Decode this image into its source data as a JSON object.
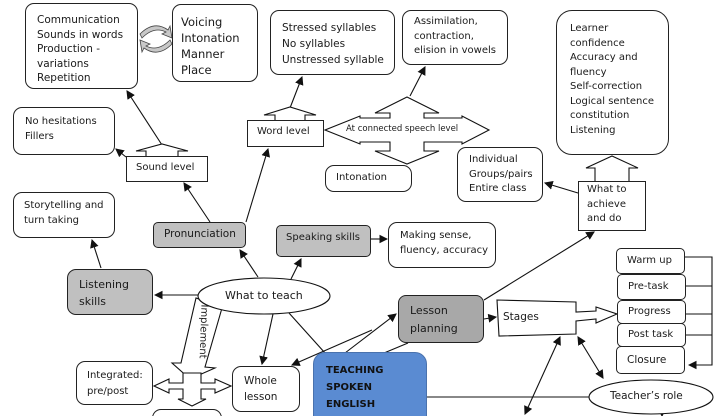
{
  "nodes": {
    "communication": [
      "Communication",
      "Sounds in words",
      "Production -",
      "variations",
      "Repetition"
    ],
    "voicing": [
      "Voicing",
      "Intonation",
      "Manner",
      "Place"
    ],
    "syllables": [
      "Stressed syllables",
      "No syllables",
      "Unstressed syllable"
    ],
    "assimilation": [
      "Assimilation,",
      "contraction,",
      "elision in vowels"
    ],
    "learner": [
      "Learner",
      "confidence",
      "Accuracy and",
      "fluency",
      "Self-correction",
      "Logical sentence",
      "constitution",
      "Listening"
    ],
    "hesitations": [
      "No hesitations",
      "Fillers"
    ],
    "sound_level": "Sound level",
    "word_level": "Word level",
    "connected_speech": "At connected speech level",
    "intonation": "Intonation",
    "grouping": [
      "Individual",
      "Groups/pairs",
      "Entire class"
    ],
    "what_to_achieve": [
      "What to",
      "achieve",
      "and do"
    ],
    "storytelling": [
      "Storytelling and",
      "turn taking"
    ],
    "pronunciation": "Pronunciation",
    "speaking_skills": "Speaking skills",
    "making_sense": [
      "Making sense,",
      "fluency, accuracy"
    ],
    "listening_skills": [
      "Listening",
      "skills"
    ],
    "what_to_teach": "What to teach",
    "implement": "Implement",
    "integrated": [
      "Integrated:",
      "pre/post"
    ],
    "whole_lesson": [
      "Whole",
      "lesson"
    ],
    "teaching": [
      "TEACHING",
      "SPOKEN",
      "ENGLISH"
    ],
    "lesson_planning": [
      "Lesson",
      "planning"
    ],
    "stages": "Stages",
    "stage_list": [
      "Warm up",
      "Pre-task",
      "Progress",
      "Post task",
      "Closure"
    ],
    "teachers_role": "Teacher’s role"
  },
  "colors": {
    "grey": "#c0c0c0",
    "dark_grey": "#a8a8a8",
    "blue": "#5a8bd2"
  }
}
